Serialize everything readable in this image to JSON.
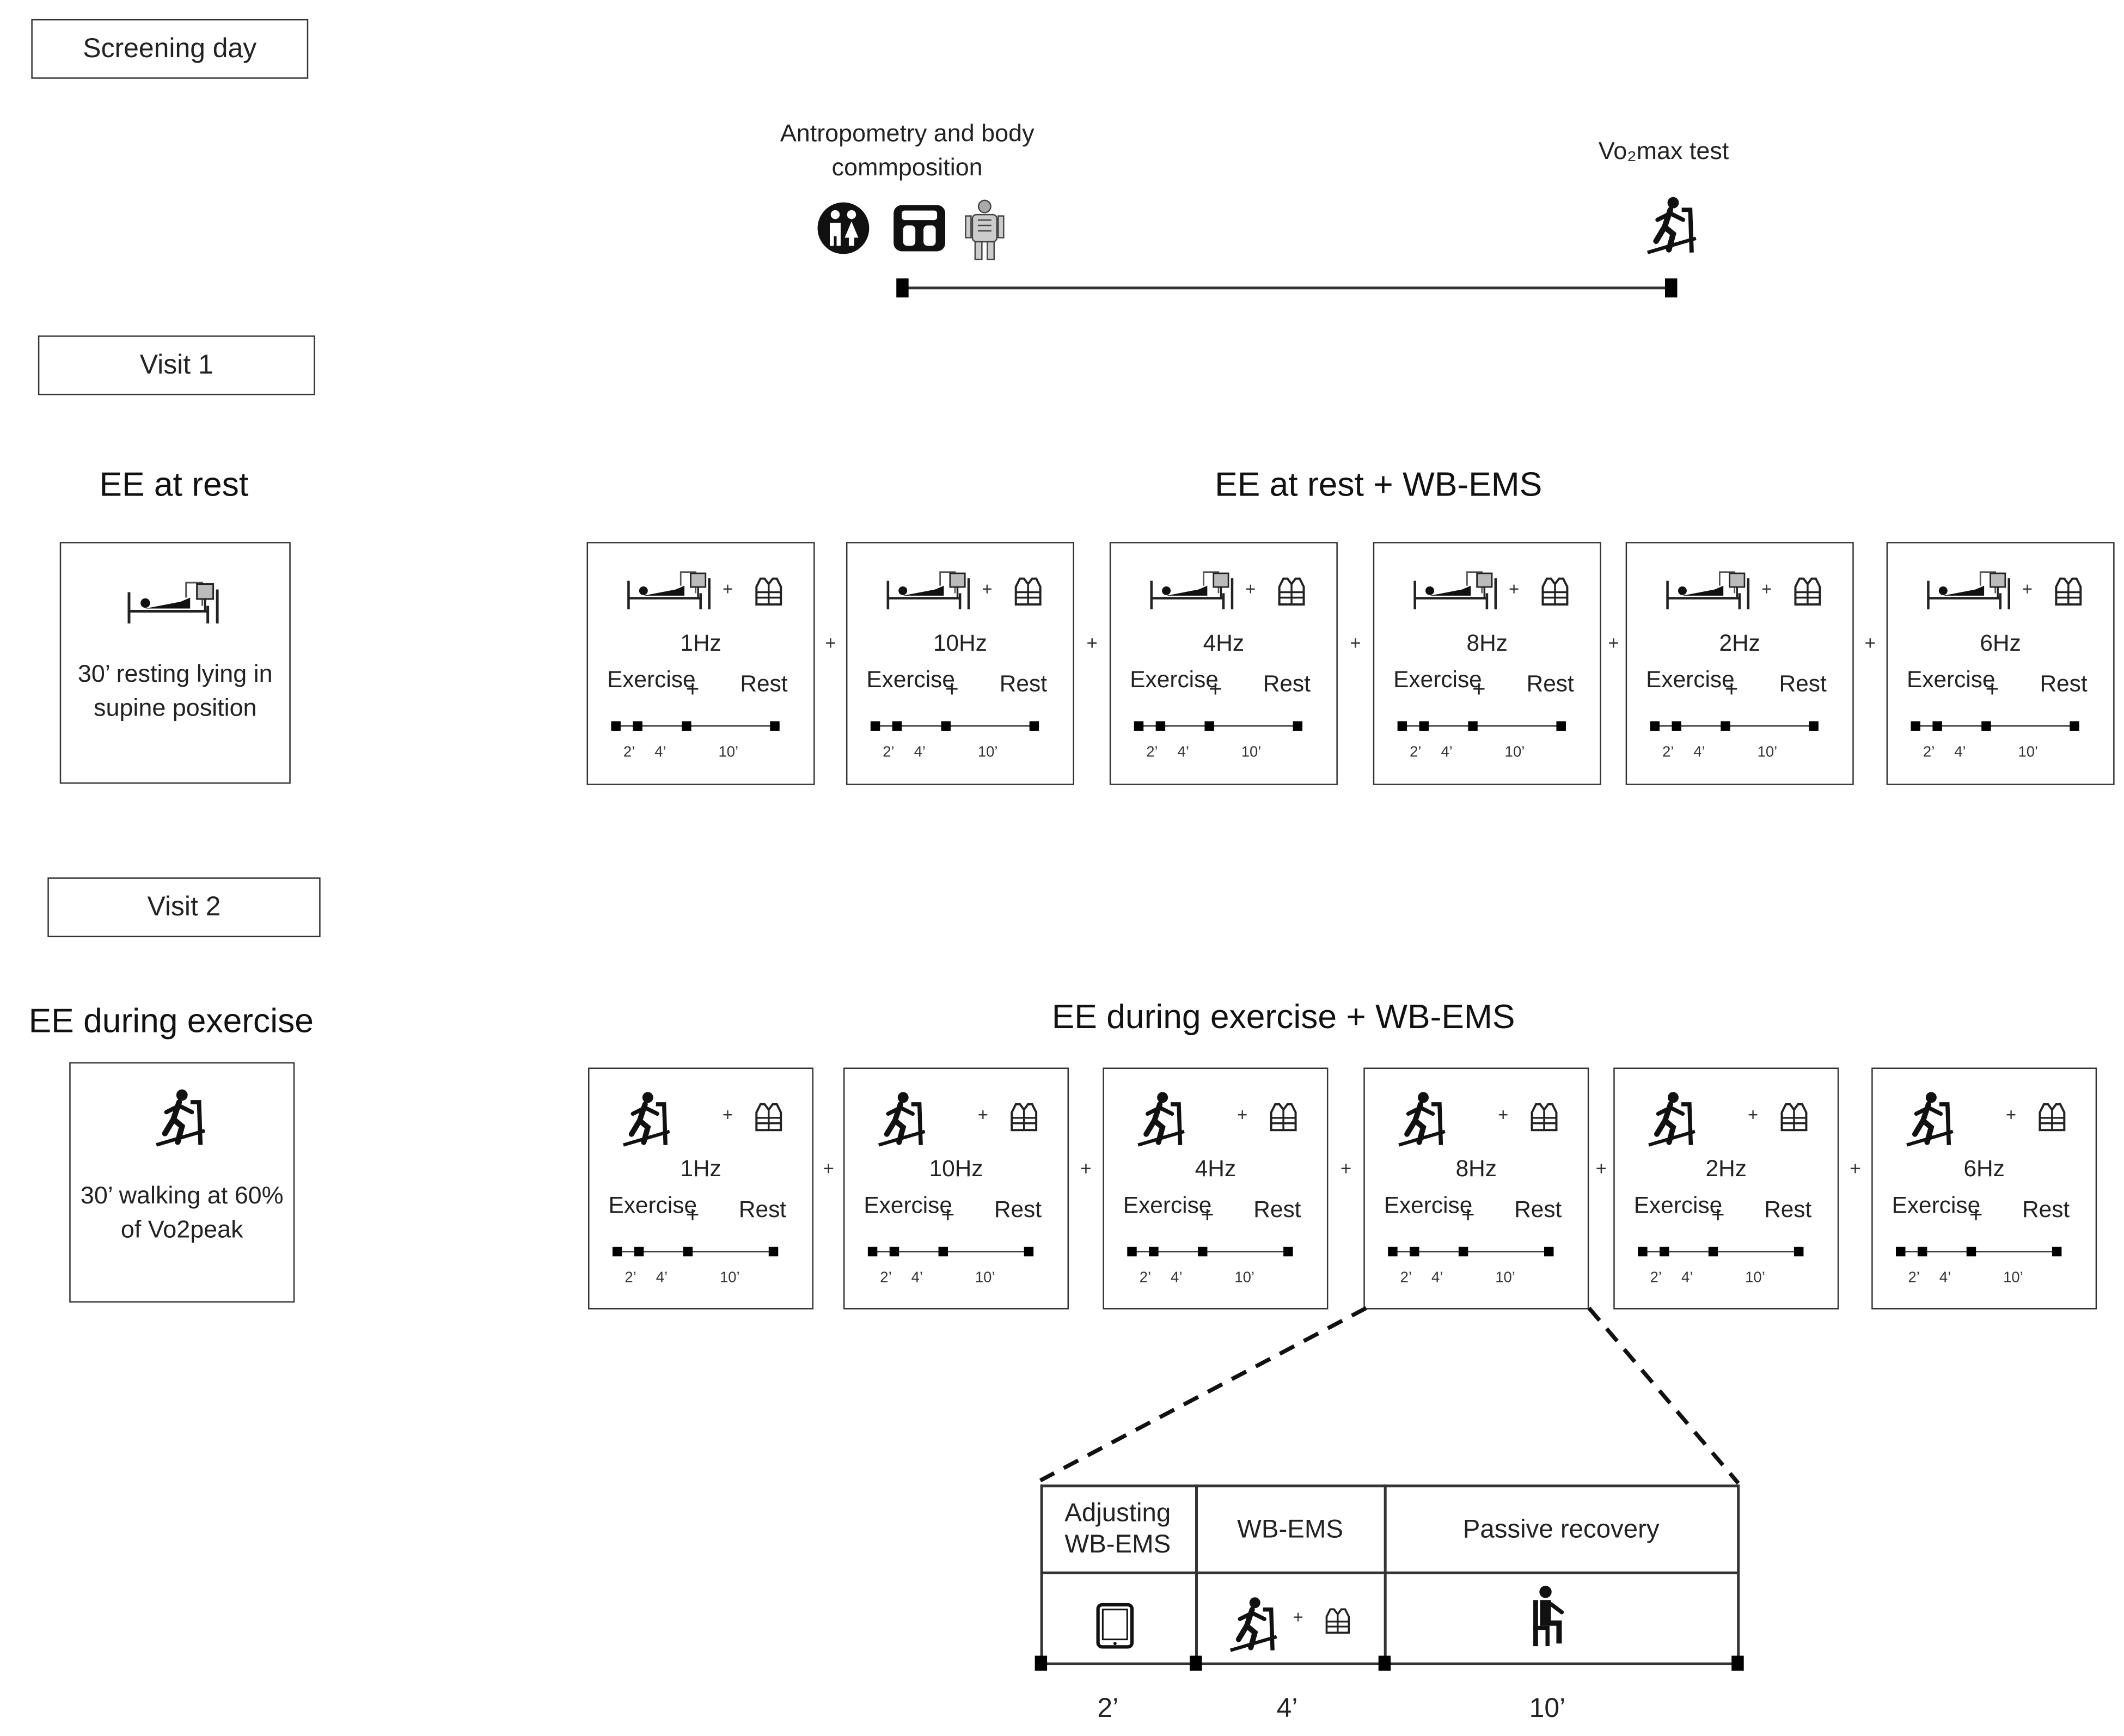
{
  "screening": {
    "label": "Screening day",
    "anthro_text": "Antropometry and body commposition",
    "vo2max_text": "Vo₂max test"
  },
  "visit1": {
    "label": "Visit 1",
    "rest_heading": "EE at rest",
    "rest_box_text": "30’ resting lying in supine position",
    "ems_heading": "EE at rest + WB-EMS"
  },
  "visit2": {
    "label": "Visit 2",
    "exercise_heading": "EE during exercise",
    "exercise_box_text": "30’ walking at 60% of Vo2peak",
    "ems_heading": "EE during exercise  + WB-EMS"
  },
  "frequencies": [
    "1Hz",
    "10Hz",
    "4Hz",
    "8Hz",
    "2Hz",
    "6Hz"
  ],
  "protocol": {
    "exercise": "Exercise",
    "plus": "+",
    "rest": "Rest",
    "tick_labels": [
      "2’",
      "4’",
      "10’"
    ]
  },
  "detail": {
    "headers": [
      "Adjusting WB-EMS",
      "WB-EMS",
      "Passive recovery"
    ],
    "durations": [
      "2’",
      "4’",
      "10’"
    ]
  },
  "icons": {
    "screening": [
      "couple-icon",
      "scale-icon",
      "body-scan-icon",
      "treadmill-runner-icon"
    ],
    "rest": [
      "bed-monitor-icon",
      "ems-vest-icon"
    ],
    "exercise": [
      "treadmill-runner-icon",
      "ems-vest-icon"
    ],
    "detail": [
      "tablet-icon",
      "treadmill-runner-icon",
      "ems-vest-icon",
      "seated-person-icon"
    ]
  }
}
